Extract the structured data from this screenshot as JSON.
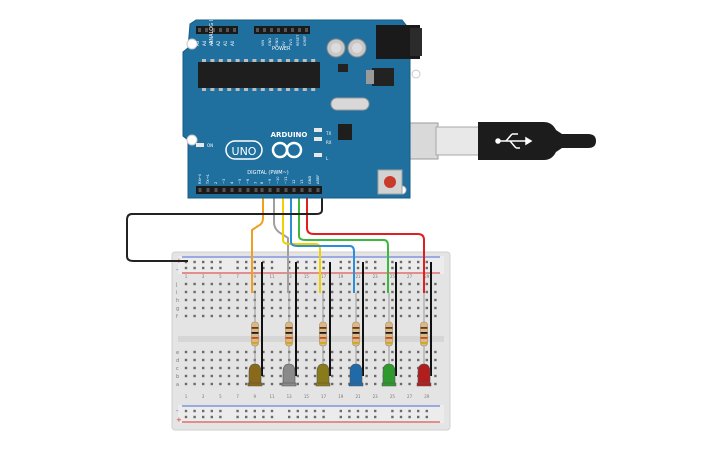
{
  "board": {
    "brand": "ARDUINO",
    "model": "UNO",
    "power_header_title": "POWER",
    "analog_header_title": "ANALOG IN",
    "digital_header_title": "DIGITAL (PWM~)",
    "on_label": "ON",
    "led_labels": [
      "TX",
      "RX",
      "L"
    ],
    "analog_pins": [
      "A0",
      "A1",
      "A2",
      "A3",
      "A4",
      "A5"
    ],
    "power_pins": [
      "IOREF",
      "RESET",
      "3V3",
      "5V",
      "GND",
      "GND",
      "VIN"
    ],
    "digital_pins_left": [
      "7",
      "~6",
      "~5",
      "4",
      "~3",
      "2",
      "TX→1",
      "RX←0"
    ],
    "digital_pins_right": [
      "AREF",
      "GND",
      "13",
      "12",
      "~11",
      "~10",
      "~9",
      "8"
    ]
  },
  "breadboard": {
    "row_letters_top": [
      "j",
      "i",
      "h",
      "g",
      "f"
    ],
    "row_letters_bottom": [
      "e",
      "d",
      "c",
      "b",
      "a"
    ],
    "column_numbers": [
      "1",
      "3",
      "5",
      "7",
      "9",
      "11",
      "13",
      "15",
      "17",
      "19",
      "21",
      "23",
      "25",
      "27",
      "29"
    ],
    "rail_plus": "+",
    "rail_minus": "-"
  },
  "leds": [
    {
      "name": "led-orange",
      "color": "#8a6a1a"
    },
    {
      "name": "led-gray",
      "color": "#8a8a8a"
    },
    {
      "name": "led-yellow",
      "color": "#8a7a1a"
    },
    {
      "name": "led-blue",
      "color": "#1f6aa8"
    },
    {
      "name": "led-green",
      "color": "#2e9a2e"
    },
    {
      "name": "led-red",
      "color": "#b01e1e"
    }
  ],
  "wire_colors": {
    "orange": "#f0a020",
    "gray": "#a0a0a0",
    "yellow": "#f0d000",
    "blue": "#2a8fd8",
    "green": "#3cb83c",
    "red": "#e02020",
    "black": "#222222"
  },
  "colors": {
    "board": "#1f6f9f",
    "board_dark": "#155c86",
    "breadboard": "#e6e6e6",
    "usb_cable": "#1a1a1a"
  }
}
